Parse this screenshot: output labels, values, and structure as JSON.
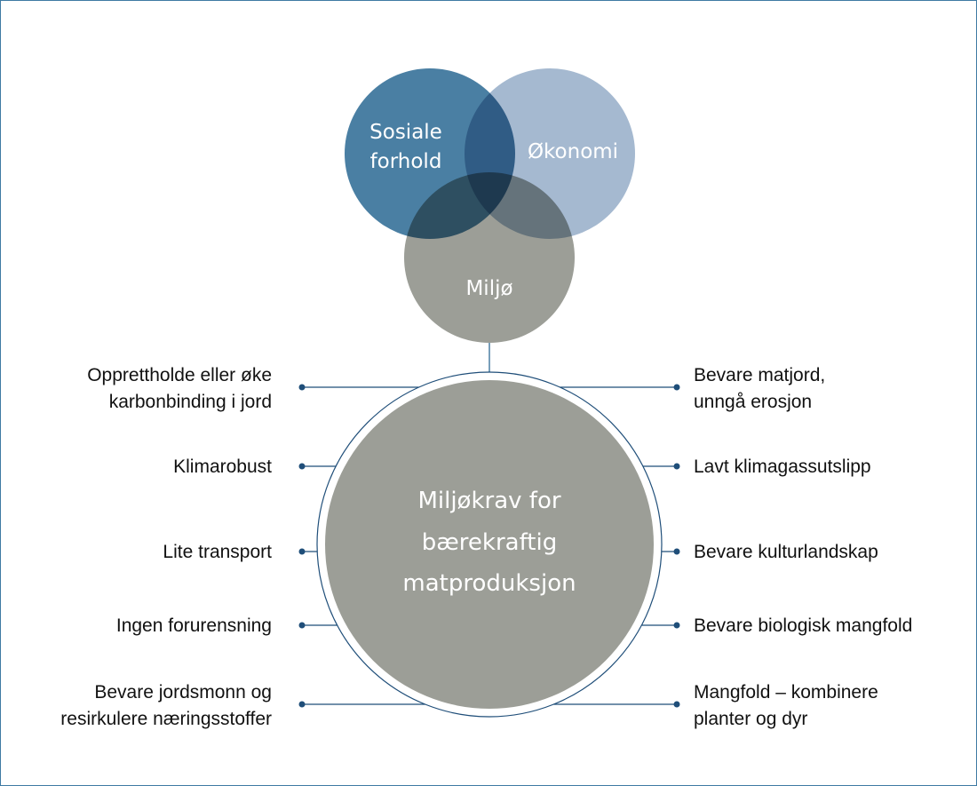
{
  "venn": {
    "social": {
      "label_line1": "Sosiale",
      "label_line2": "forhold",
      "color": "#4a7fa3"
    },
    "economy": {
      "label": "Økonomi",
      "color": "#a5b9d0"
    },
    "environment": {
      "label": "Miljø",
      "color": "#9c9e97"
    }
  },
  "center": {
    "line1": "Miljøkrav for",
    "line2": "bærekraftig",
    "line3": "matproduksjon",
    "color": "#9c9e97",
    "ring_color": "#1f4e79"
  },
  "left_items": [
    {
      "line1": "Opprettholde eller øke",
      "line2": "karbonbinding i jord"
    },
    {
      "line1": "Klimarobust"
    },
    {
      "line1": "Lite transport"
    },
    {
      "line1": "Ingen forurensning"
    },
    {
      "line1": "Bevare jordsmonn og",
      "line2": "resirkulere næringsstoffer"
    }
  ],
  "right_items": [
    {
      "line1": "Bevare matjord,",
      "line2": "unngå erosjon"
    },
    {
      "line1": "Lavt klimagassutslipp"
    },
    {
      "line1": "Bevare kulturlandskap"
    },
    {
      "line1": "Bevare biologisk mangfold"
    },
    {
      "line1": "Mangfold – kombinere",
      "line2": "planter og dyr"
    }
  ]
}
